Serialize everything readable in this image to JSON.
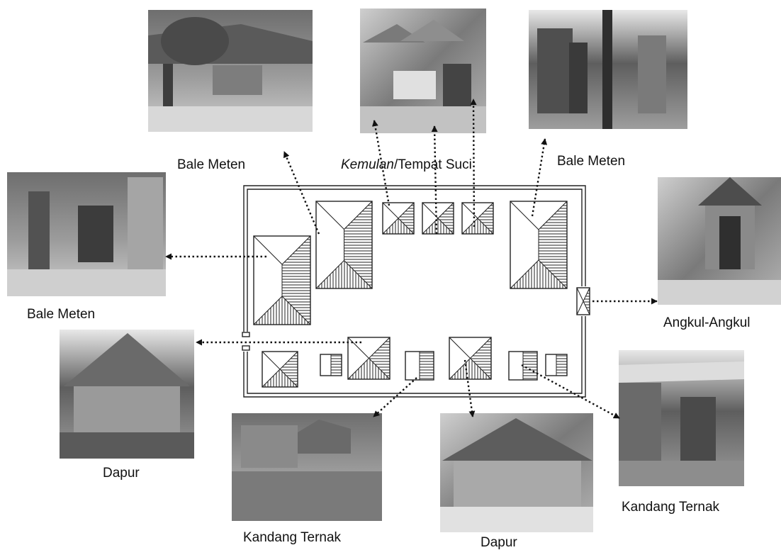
{
  "labels": {
    "bale_meten_top_left": "Bale Meten",
    "kemulan_italic": "Kemulan",
    "kemulan_rest": "/Tempat Suci",
    "bale_meten_top_right": "Bale Meten",
    "bale_meten_left": "Bale Meten",
    "angkul_angkul": "Angkul-Angkul",
    "dapur_left": "Dapur",
    "kandang_ternak_bottom": "Kandang Ternak",
    "dapur_bottom": "Dapur",
    "kandang_ternak_right": "Kandang Ternak"
  },
  "photos": [
    {
      "name": "bale-meten-top-left-photo",
      "subject": "Bale Meten"
    },
    {
      "name": "kemulan-photo",
      "subject": "Kemulan/Tempat Suci"
    },
    {
      "name": "bale-meten-top-right-photo",
      "subject": "Bale Meten"
    },
    {
      "name": "bale-meten-left-photo",
      "subject": "Bale Meten"
    },
    {
      "name": "angkul-angkul-photo",
      "subject": "Angkul-Angkul"
    },
    {
      "name": "dapur-left-photo",
      "subject": "Dapur"
    },
    {
      "name": "kandang-ternak-bottom-photo",
      "subject": "Kandang Ternak"
    },
    {
      "name": "dapur-bottom-photo",
      "subject": "Dapur"
    },
    {
      "name": "kandang-ternak-right-photo",
      "subject": "Kandang Ternak"
    }
  ],
  "colors": {
    "line": "#222222",
    "photo_tone": "#9a9a9a",
    "background": "#ffffff"
  }
}
